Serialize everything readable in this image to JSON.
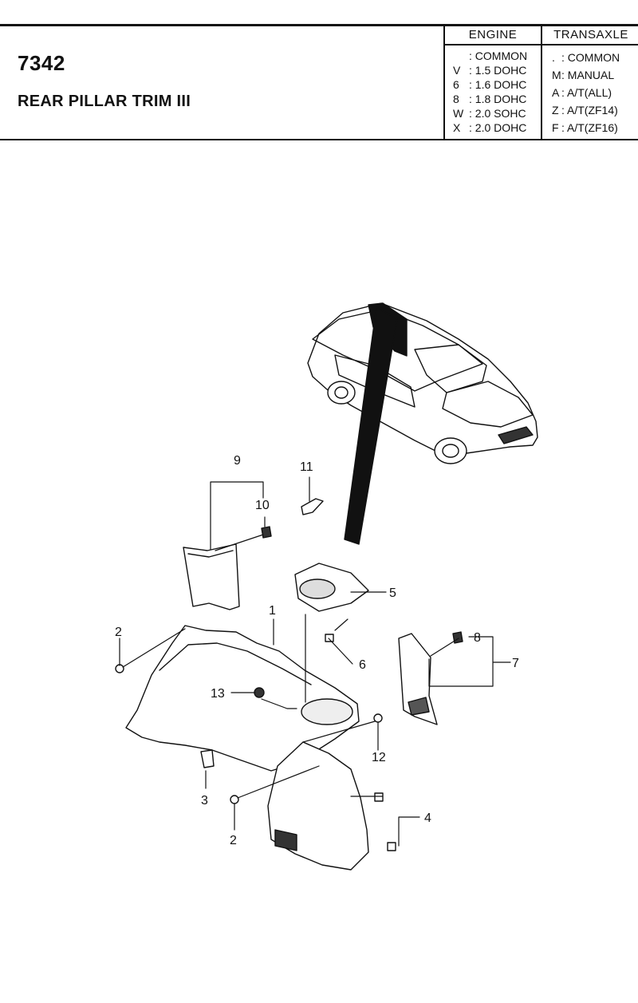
{
  "header": {
    "code": "7342",
    "title": "REAR PILLAR TRIM III"
  },
  "legend": {
    "engine": {
      "heading": "ENGINE",
      "rows": [
        {
          "key": "",
          "value": ": COMMON"
        },
        {
          "key": "V",
          "value": ": 1.5 DOHC"
        },
        {
          "key": "6",
          "value": ": 1.6 DOHC"
        },
        {
          "key": "8",
          "value": ": 1.8 DOHC"
        },
        {
          "key": "W",
          "value": ": 2.0 SOHC"
        },
        {
          "key": "X",
          "value": ": 2.0 DOHC"
        }
      ]
    },
    "transaxle": {
      "heading": "TRANSAXLE",
      "rows": [
        {
          "key": ".",
          "value": ": COMMON"
        },
        {
          "key": "M",
          "value": ": MANUAL"
        },
        {
          "key": "A",
          "value": ": A/T(ALL)"
        },
        {
          "key": "Z",
          "value": ": A/T(ZF14)"
        },
        {
          "key": "F",
          "value": ": A/T(ZF16)"
        }
      ]
    }
  },
  "callouts": [
    "1",
    "2",
    "2",
    "3",
    "4",
    "5",
    "6",
    "7",
    "8",
    "9",
    "10",
    "11",
    "12",
    "13"
  ]
}
